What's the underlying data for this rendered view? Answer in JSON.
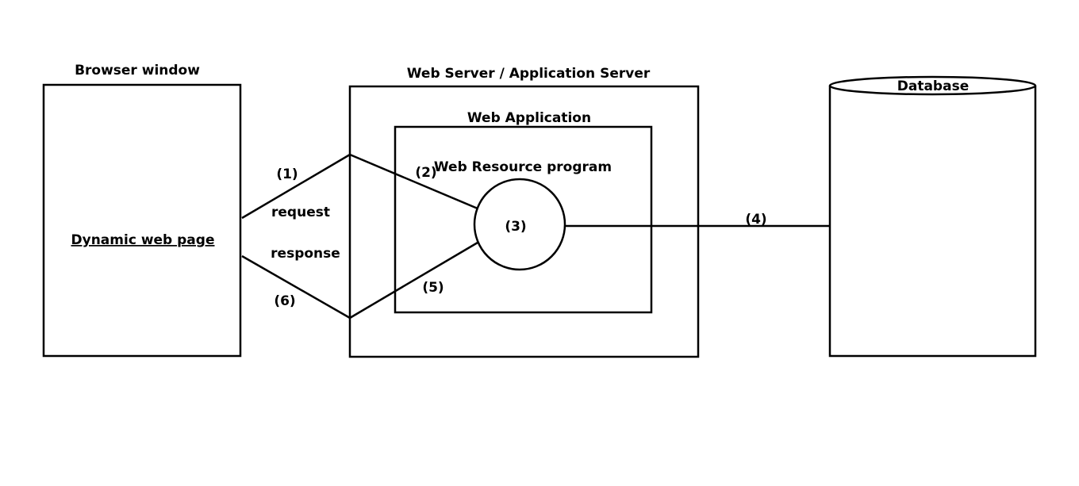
{
  "browser": {
    "title": "Browser window",
    "content": "Dynamic web page"
  },
  "server": {
    "title": "Web Server / Application Server",
    "app_title": "Web Application",
    "resource_title": "Web Resource program"
  },
  "database": {
    "title": "Database"
  },
  "flow": {
    "request_label": "request",
    "response_label": "response",
    "steps": [
      "(1)",
      "(2)",
      "(3)",
      "(4)",
      "(5)",
      "(6)"
    ]
  }
}
